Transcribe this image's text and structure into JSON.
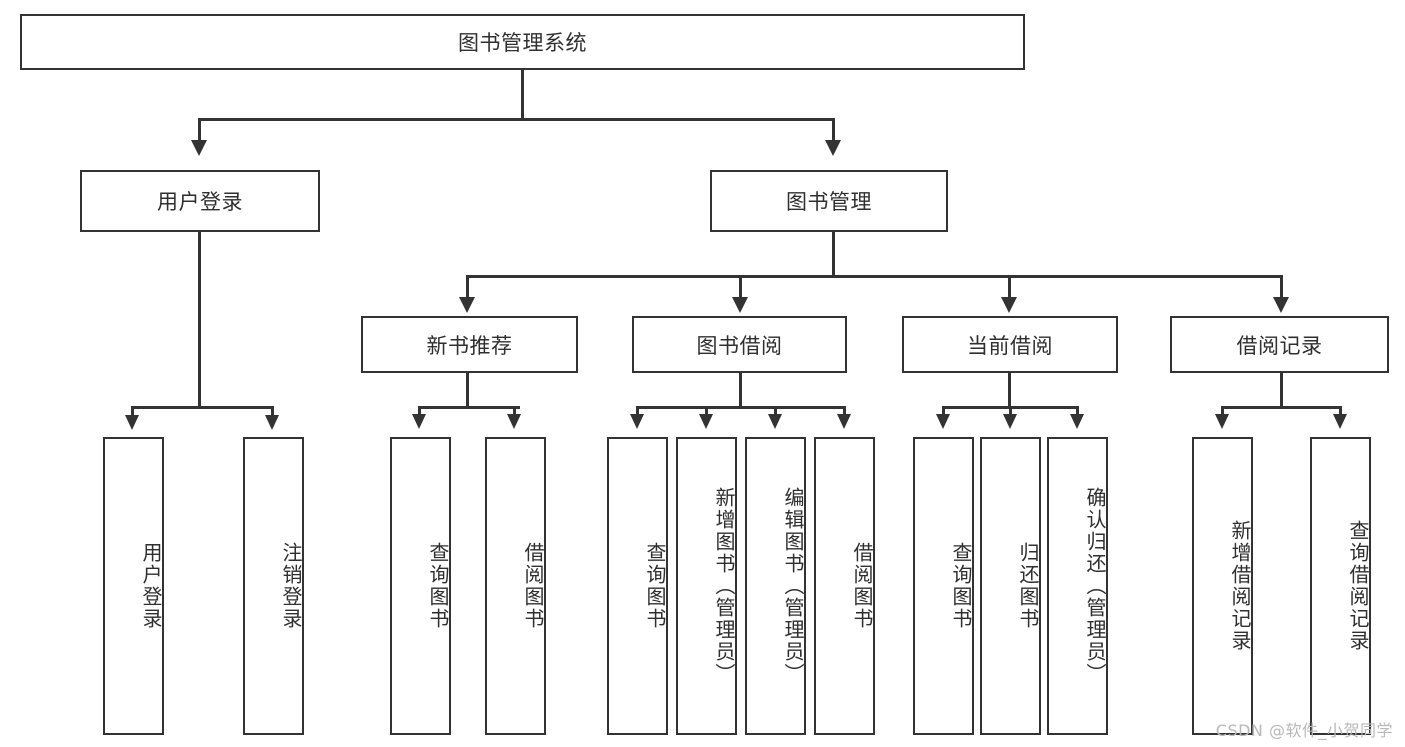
{
  "diagram": {
    "title": "图书管理系统",
    "watermark": "CSDN @软件_小贺同学",
    "type": "tree",
    "colors": {
      "box_border": "#333333",
      "box_fill": "#ffffff",
      "text": "#2f2f2f",
      "watermark": "#b8b8b8",
      "background": "#ffffff"
    },
    "root": {
      "label": "图书管理系统"
    },
    "level2": [
      {
        "label": "用户登录"
      },
      {
        "label": "图书管理"
      }
    ],
    "level3": [
      {
        "label": "新书推荐"
      },
      {
        "label": "图书借阅"
      },
      {
        "label": "当前借阅"
      },
      {
        "label": "借阅记录"
      }
    ],
    "leaves": {
      "user_login": [
        {
          "label": "用户登录"
        },
        {
          "label": "注销登录"
        }
      ],
      "new_book": [
        {
          "label": "查询图书"
        },
        {
          "label": "借阅图书"
        }
      ],
      "book_borrow": [
        {
          "label": "查询图书"
        },
        {
          "label": "新增图书（管理员）"
        },
        {
          "label": "编辑图书（管理员）"
        },
        {
          "label": "借阅图书"
        }
      ],
      "current_borrow": [
        {
          "label": "查询图书"
        },
        {
          "label": "归还图书"
        },
        {
          "label": "确认归还（管理员）"
        }
      ],
      "borrow_record": [
        {
          "label": "新增借阅记录"
        },
        {
          "label": "查询借阅记录"
        }
      ]
    }
  }
}
